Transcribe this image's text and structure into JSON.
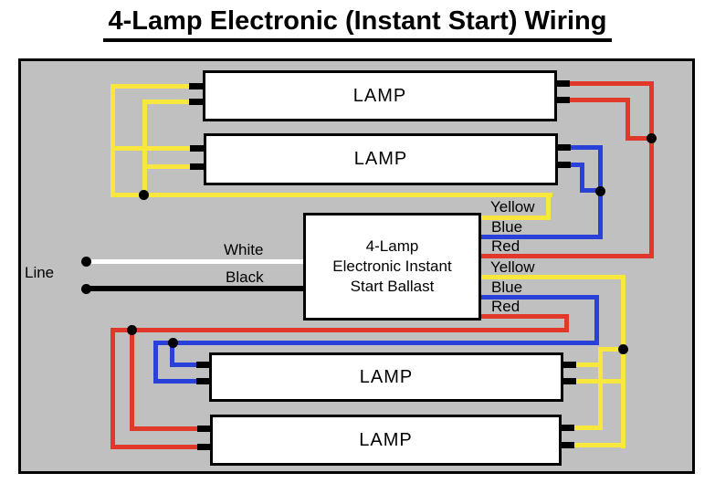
{
  "title": "4-Lamp Electronic (Instant Start) Wiring",
  "lamps": [
    {
      "label": "LAMP"
    },
    {
      "label": "LAMP"
    },
    {
      "label": "LAMP"
    },
    {
      "label": "LAMP"
    }
  ],
  "ballast": {
    "lines": [
      "4-Lamp",
      "Electronic Instant",
      "Start Ballast"
    ]
  },
  "wire_labels": {
    "top_yellow": "Yellow",
    "top_blue": "Blue",
    "top_red": "Red",
    "bottom_yellow": "Yellow",
    "bottom_blue": "Blue",
    "bottom_red": "Red",
    "white": "White",
    "black": "Black",
    "line": "Line"
  },
  "colors": {
    "yellow": "#F8E73C",
    "blue": "#2941D8",
    "red": "#E2382A",
    "white": "#FFFFFF",
    "black": "#000000",
    "bg": "#C0C0C0",
    "box_fill": "#FFFFFF",
    "ink": "#000000"
  }
}
